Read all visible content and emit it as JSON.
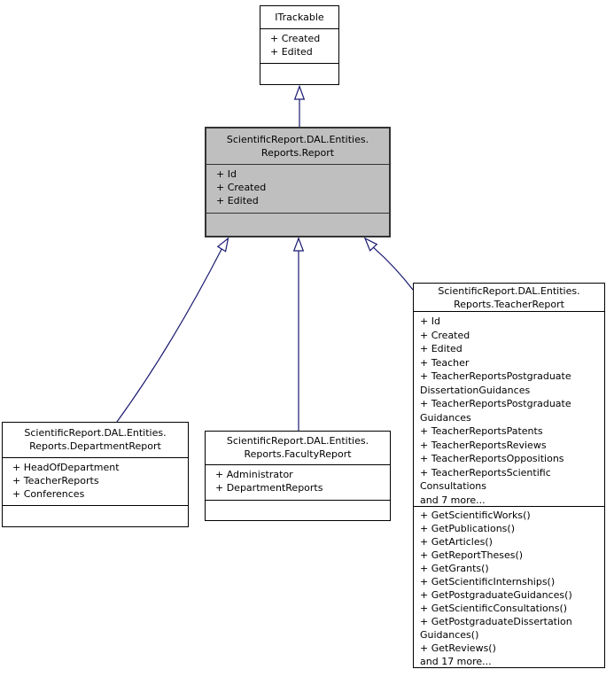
{
  "diagram": {
    "type": "uml-class-inheritance",
    "background_color": "#ffffff",
    "edge_color": "#191970",
    "highlight_fill": "#bfbfbf",
    "classes": [
      {
        "name": "ITrackable",
        "title_lines": [
          "ITrackable"
        ],
        "attribute_lines": [
          "+ Created",
          "+ Edited"
        ],
        "method_lines": [],
        "highlighted": false
      },
      {
        "name": "ScientificReport.DAL.Entities.Reports.Report",
        "title_lines": [
          "ScientificReport.DAL.Entities.",
          "Reports.Report"
        ],
        "attribute_lines": [
          "+ Id",
          "+ Created",
          "+ Edited"
        ],
        "method_lines": [],
        "highlighted": true
      },
      {
        "name": "ScientificReport.DAL.Entities.Reports.DepartmentReport",
        "title_lines": [
          "ScientificReport.DAL.Entities.",
          "Reports.DepartmentReport"
        ],
        "attribute_lines": [
          "+ HeadOfDepartment",
          "+ TeacherReports",
          "+ Conferences"
        ],
        "method_lines": [],
        "highlighted": false
      },
      {
        "name": "ScientificReport.DAL.Entities.Reports.FacultyReport",
        "title_lines": [
          "ScientificReport.DAL.Entities.",
          "Reports.FacultyReport"
        ],
        "attribute_lines": [
          "+ Administrator",
          "+ DepartmentReports"
        ],
        "method_lines": [],
        "highlighted": false
      },
      {
        "name": "ScientificReport.DAL.Entities.Reports.TeacherReport",
        "title_lines": [
          "ScientificReport.DAL.Entities.",
          "Reports.TeacherReport"
        ],
        "attribute_lines": [
          "+ Id",
          "+ Created",
          "+ Edited",
          "+ Teacher",
          "+ TeacherReportsPostgraduate",
          "DissertationGuidances",
          "+ TeacherReportsPostgraduate",
          "Guidances",
          "+ TeacherReportsPatents",
          "+ TeacherReportsReviews",
          "+ TeacherReportsOppositions",
          "+ TeacherReportsScientific",
          "Consultations",
          "and 7 more..."
        ],
        "method_lines": [
          "+ GetScientificWorks()",
          "+ GetPublications()",
          "+ GetArticles()",
          "+ GetReportTheses()",
          "+ GetGrants()",
          "+ GetScientificInternships()",
          "+ GetPostgraduateGuidances()",
          "+ GetScientificConsultations()",
          "+ GetPostgraduateDissertation",
          "Guidances()",
          "+ GetReviews()",
          "and 17 more..."
        ],
        "highlighted": false
      }
    ],
    "relations": [
      {
        "type": "inheritance",
        "from": "ScientificReport.DAL.Entities.Reports.Report",
        "to": "ITrackable"
      },
      {
        "type": "inheritance",
        "from": "ScientificReport.DAL.Entities.Reports.DepartmentReport",
        "to": "ScientificReport.DAL.Entities.Reports.Report"
      },
      {
        "type": "inheritance",
        "from": "ScientificReport.DAL.Entities.Reports.FacultyReport",
        "to": "ScientificReport.DAL.Entities.Reports.Report"
      },
      {
        "type": "inheritance",
        "from": "ScientificReport.DAL.Entities.Reports.TeacherReport",
        "to": "ScientificReport.DAL.Entities.Reports.Report"
      }
    ]
  }
}
